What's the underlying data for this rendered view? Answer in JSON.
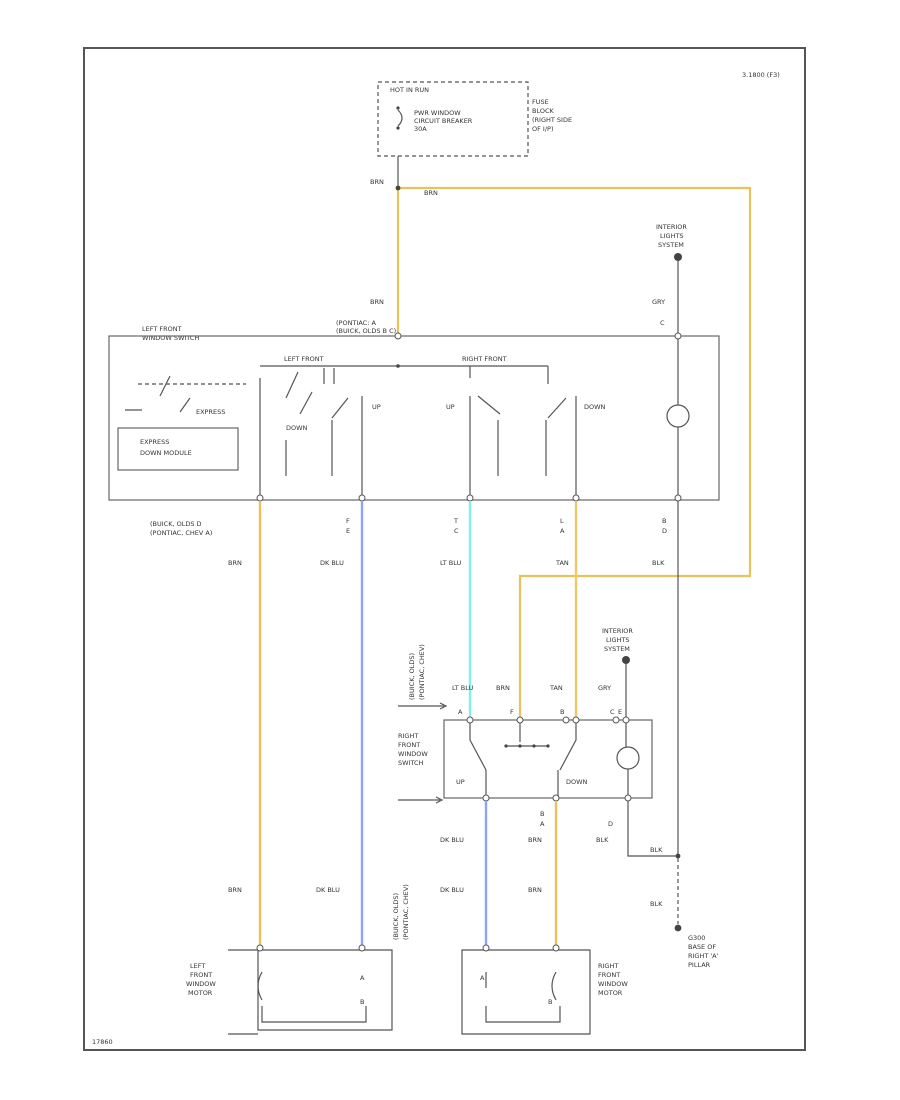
{
  "page": {
    "corner_note": "3.1800 (F3)",
    "figure_code": "17860"
  },
  "colors": {
    "brn": "#e8c25a",
    "dk_blu": "#8fa0ff",
    "lt_blu": "#7ff0ea",
    "tan": "#f2c76a",
    "gry_blk": "#555555"
  },
  "fuse_block": {
    "hot_label": "HOT IN RUN",
    "breaker_line1": "PWR WINDOW",
    "breaker_line2": "CIRCUIT BREAKER",
    "breaker_line3": "30A",
    "side_line1": "FUSE",
    "side_line2": "BLOCK",
    "side_line3": "(RIGHT SIDE",
    "side_line4": "OF I/P)"
  },
  "splice_labels": {
    "brn_left": "BRN",
    "brn_top": "BRN"
  },
  "interior_lights_1": {
    "line1": "INTERIOR",
    "line2": "LIGHTS",
    "line3": "SYSTEM",
    "wire": "GRY"
  },
  "interior_lights_2": {
    "line1": "INTERIOR",
    "line2": "LIGHTS",
    "line3": "SYSTEM",
    "wire": "GRY"
  },
  "left_switch": {
    "title_line1": "LEFT FRONT",
    "title_line2": "WINDOW SWITCH",
    "conn_line1": "(PONTIAC: A",
    "conn_line2": "(BUICK, OLDS B C)",
    "feed_wire": "BRN",
    "pin_top": "C",
    "left_front_label": "LEFT FRONT",
    "right_front_label": "RIGHT FRONT",
    "express_label": "EXPRESS",
    "module_line1": "EXPRESS",
    "module_line2": "DOWN MODULE",
    "down_label": "DOWN",
    "up_label": "UP",
    "up2_label": "UP",
    "down2_label": "DOWN"
  },
  "connector_bottom": {
    "line1": "(BUICK, OLDS D",
    "line2": "(PONTIAC, CHEV A)",
    "pins_a": [
      "F",
      "T",
      "L",
      "B"
    ],
    "pins_b": [
      "E",
      "C",
      "A",
      "D"
    ]
  },
  "wires": {
    "brn1": "BRN",
    "dk_blu1": "DK BLU",
    "lt_blu": "LT BLU",
    "tan1": "TAN",
    "blk1": "BLK",
    "lt_blu2": "LT BLU",
    "brn2": "BRN",
    "tan2": "TAN",
    "gry": "GRY",
    "dk_blu2": "DK BLU",
    "brn3": "BRN",
    "blk2": "BLK",
    "brn4": "BRN",
    "dk_blu3": "DK BLU",
    "dk_blu4": "DK BLU",
    "brn5": "BRN",
    "blk3": "BLK",
    "blk4": "BLK"
  },
  "pins_right_switch": [
    "A",
    "F",
    "B",
    "C",
    "E"
  ],
  "pins_right_switch_bottom": [
    "B",
    "A",
    "D"
  ],
  "right_switch": {
    "title_line1": "RIGHT",
    "title_line2": "FRONT",
    "title_line3": "WINDOW",
    "title_line4": "SWITCH",
    "up_label": "UP",
    "down_label": "DOWN"
  },
  "harness_note_1": {
    "line1": "(BUICK, OLDS)",
    "line2": "(PONTIAC, CHEV)"
  },
  "harness_note_2": {
    "line1": "(BUICK, OLDS)",
    "line2": "(PONTIAC, CHEV)"
  },
  "ground": {
    "line1": "G300",
    "line2": "BASE OF",
    "line3": "RIGHT 'A'",
    "line4": "PILLAR"
  },
  "left_motor": {
    "line1": "LEFT",
    "line2": "FRONT",
    "line3": "WINDOW",
    "line4": "MOTOR",
    "pin_a": "A",
    "pin_b": "B"
  },
  "right_motor": {
    "line1": "RIGHT",
    "line2": "FRONT",
    "line3": "WINDOW",
    "line4": "MOTOR",
    "pin_a": "A",
    "pin_b": "B"
  }
}
